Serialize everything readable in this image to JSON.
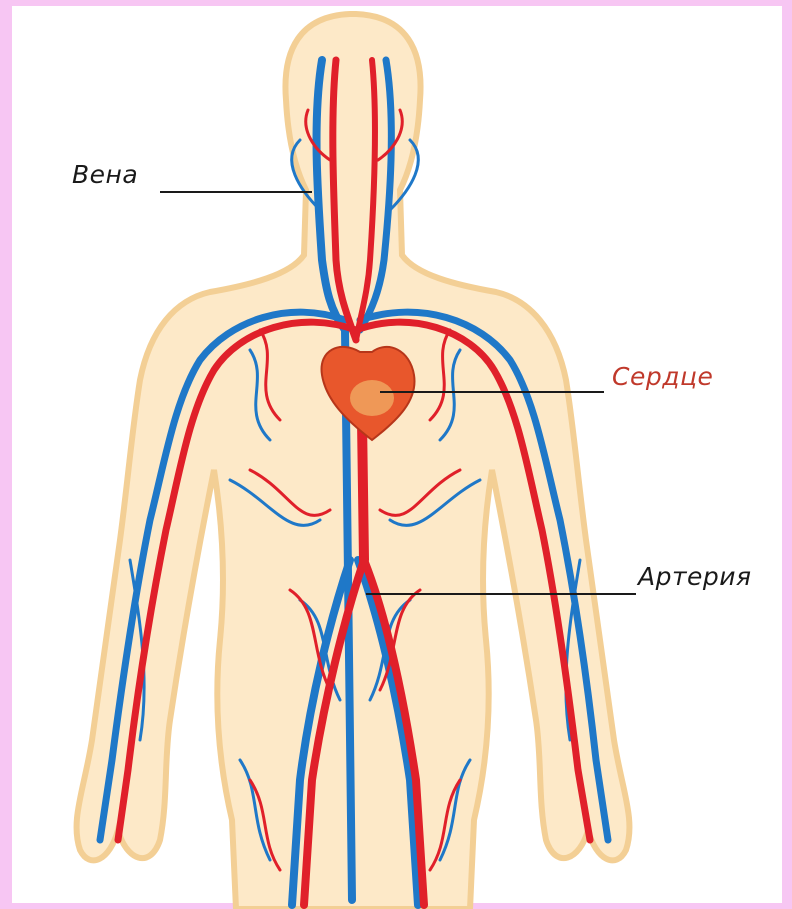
{
  "labels": {
    "vein": "Вена",
    "heart": "Сердце",
    "artery": "Артерия"
  },
  "colors": {
    "background": "#f7c6f3",
    "skin": "#fde9c8",
    "skin_edge": "#f3cf95",
    "artery": "#e0202a",
    "vein": "#1f78c8",
    "heart": "#e8572c",
    "heart_label": "#c0392b"
  }
}
